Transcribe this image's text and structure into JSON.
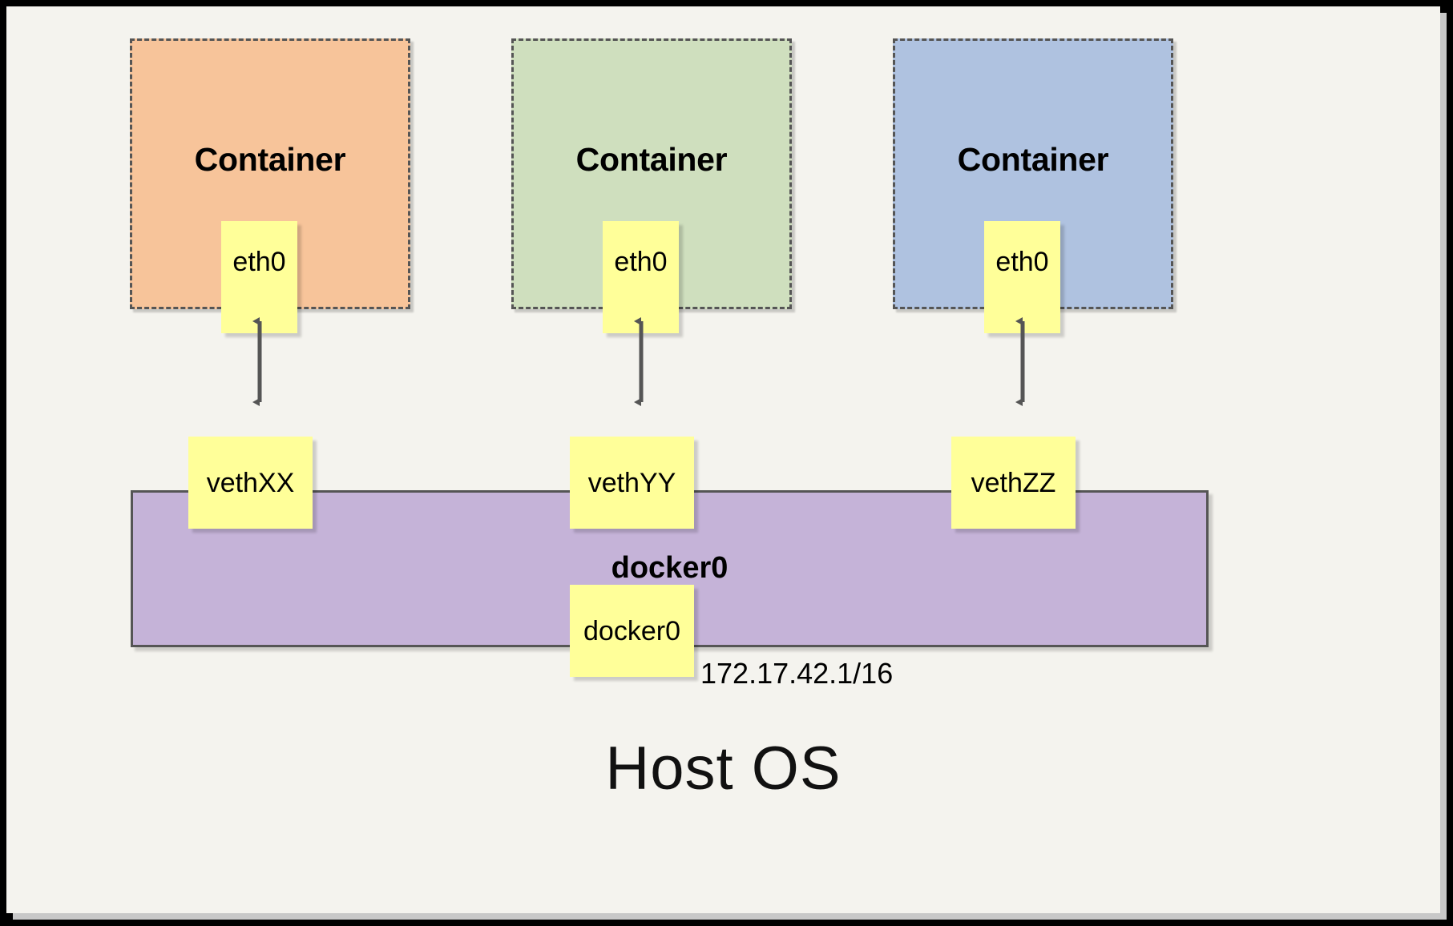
{
  "diagram": {
    "title_bottom": "Host OS",
    "colors": {
      "canvas_background": "#f4f3ee",
      "frame": "#000000",
      "container_orange": "#f7c49a",
      "container_green": "#cfdfbe",
      "container_blue": "#afc2e0",
      "interface_yellow": "#ffff99",
      "bridge_purple": "#c5b3d8",
      "stroke_gray": "#555555"
    },
    "containers": [
      {
        "label": "Container",
        "interface_label": "eth0",
        "fill": "#f7c49a",
        "name": "container-1"
      },
      {
        "label": "Container",
        "interface_label": "eth0",
        "fill": "#cfdfbe",
        "name": "container-2"
      },
      {
        "label": "Container",
        "interface_label": "eth0",
        "fill": "#afc2e0",
        "name": "container-3"
      }
    ],
    "veth_interfaces": [
      {
        "label": "vethXX"
      },
      {
        "label": "vethYY"
      },
      {
        "label": "vethZZ"
      }
    ],
    "bridge": {
      "title": "docker0",
      "interface_label": "docker0",
      "ip_address": "172.17.42.1/16"
    },
    "links": [
      {
        "from": "container-1-eth0",
        "to": "vethXX",
        "style": "double-arrow"
      },
      {
        "from": "container-2-eth0",
        "to": "vethYY",
        "style": "double-arrow"
      },
      {
        "from": "container-3-eth0",
        "to": "vethZZ",
        "style": "double-arrow"
      }
    ]
  }
}
